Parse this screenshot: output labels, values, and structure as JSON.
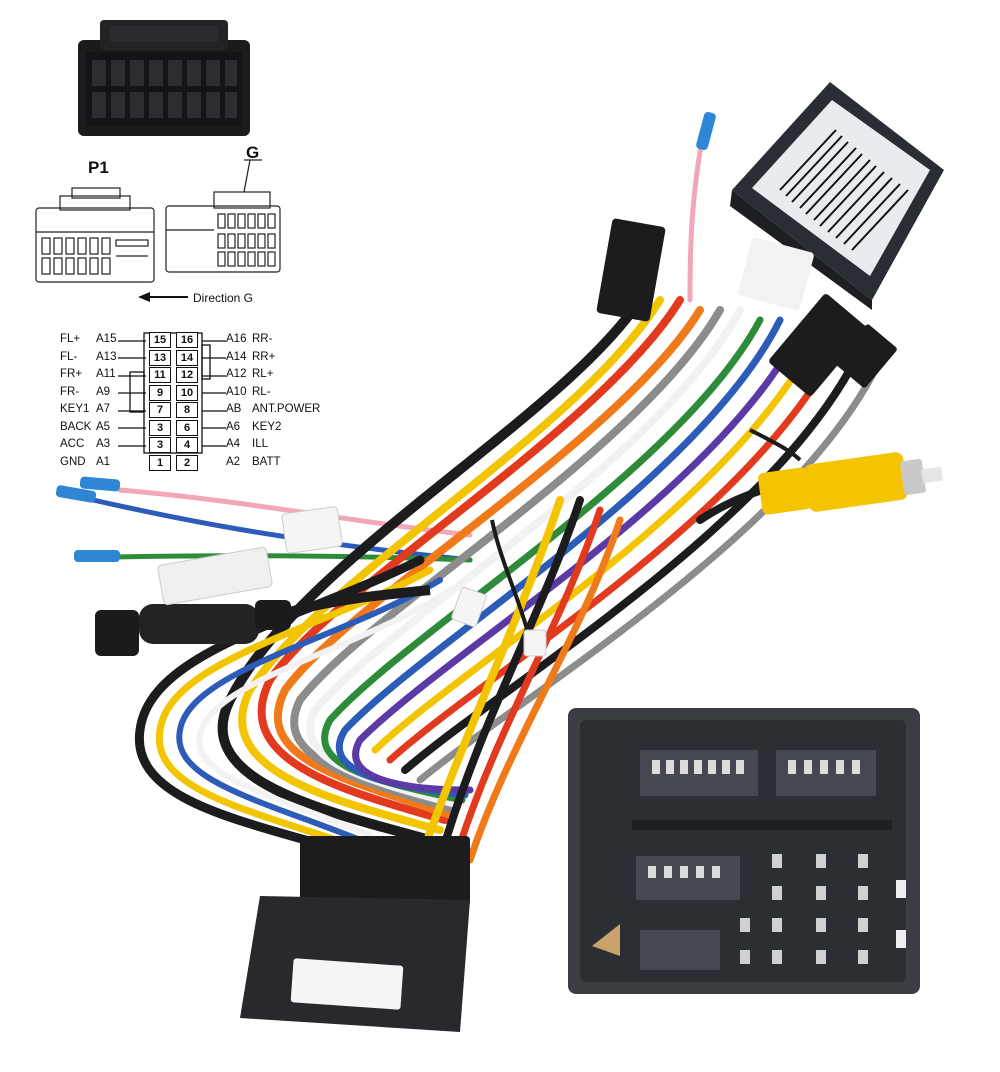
{
  "diagram": {
    "p1_label": "P1",
    "g_label": "G",
    "direction_label": "Direction G",
    "pins": [
      {
        "left_func": "FL+",
        "left_pin": "A15",
        "left_no": "15",
        "right_no": "16",
        "right_pin": "A16",
        "right_func": "RR-"
      },
      {
        "left_func": "FL-",
        "left_pin": "A13",
        "left_no": "13",
        "right_no": "14",
        "right_pin": "A14",
        "right_func": "RR+"
      },
      {
        "left_func": "FR+",
        "left_pin": "A11",
        "left_no": "11",
        "right_no": "12",
        "right_pin": "A12",
        "right_func": "RL+"
      },
      {
        "left_func": "FR-",
        "left_pin": "A9",
        "left_no": "9",
        "right_no": "10",
        "right_pin": "A10",
        "right_func": "RL-"
      },
      {
        "left_func": "KEY1",
        "left_pin": "A7",
        "left_no": "7",
        "right_no": "8",
        "right_pin": "AB",
        "right_func": "ANT.POWER"
      },
      {
        "left_func": "BACK",
        "left_pin": "A5",
        "left_no": "3",
        "right_no": "6",
        "right_pin": "A6",
        "right_func": "KEY2"
      },
      {
        "left_func": "ACC",
        "left_pin": "A3",
        "left_no": "3",
        "right_no": "4",
        "right_pin": "A4",
        "right_func": "ILL"
      },
      {
        "left_func": "GND",
        "left_pin": "A1",
        "left_no": "1",
        "right_no": "2",
        "right_pin": "A2",
        "right_func": "BATT"
      }
    ]
  },
  "colors": {
    "background": "#ffffff",
    "connector_black": "#1c1c1e",
    "connector_grey": "#3a3d42",
    "wire_yellow": "#f2c500",
    "wire_red": "#e23a1e",
    "wire_orange": "#f07a1a",
    "wire_green": "#2e8b3a",
    "wire_blue": "#2c5bb8",
    "wire_purple": "#5b3aa6",
    "wire_grey": "#8c8c8c",
    "wire_white": "#f2f2f2",
    "wire_pink": "#f2a7b8",
    "rca_yellow": "#f5c400"
  }
}
